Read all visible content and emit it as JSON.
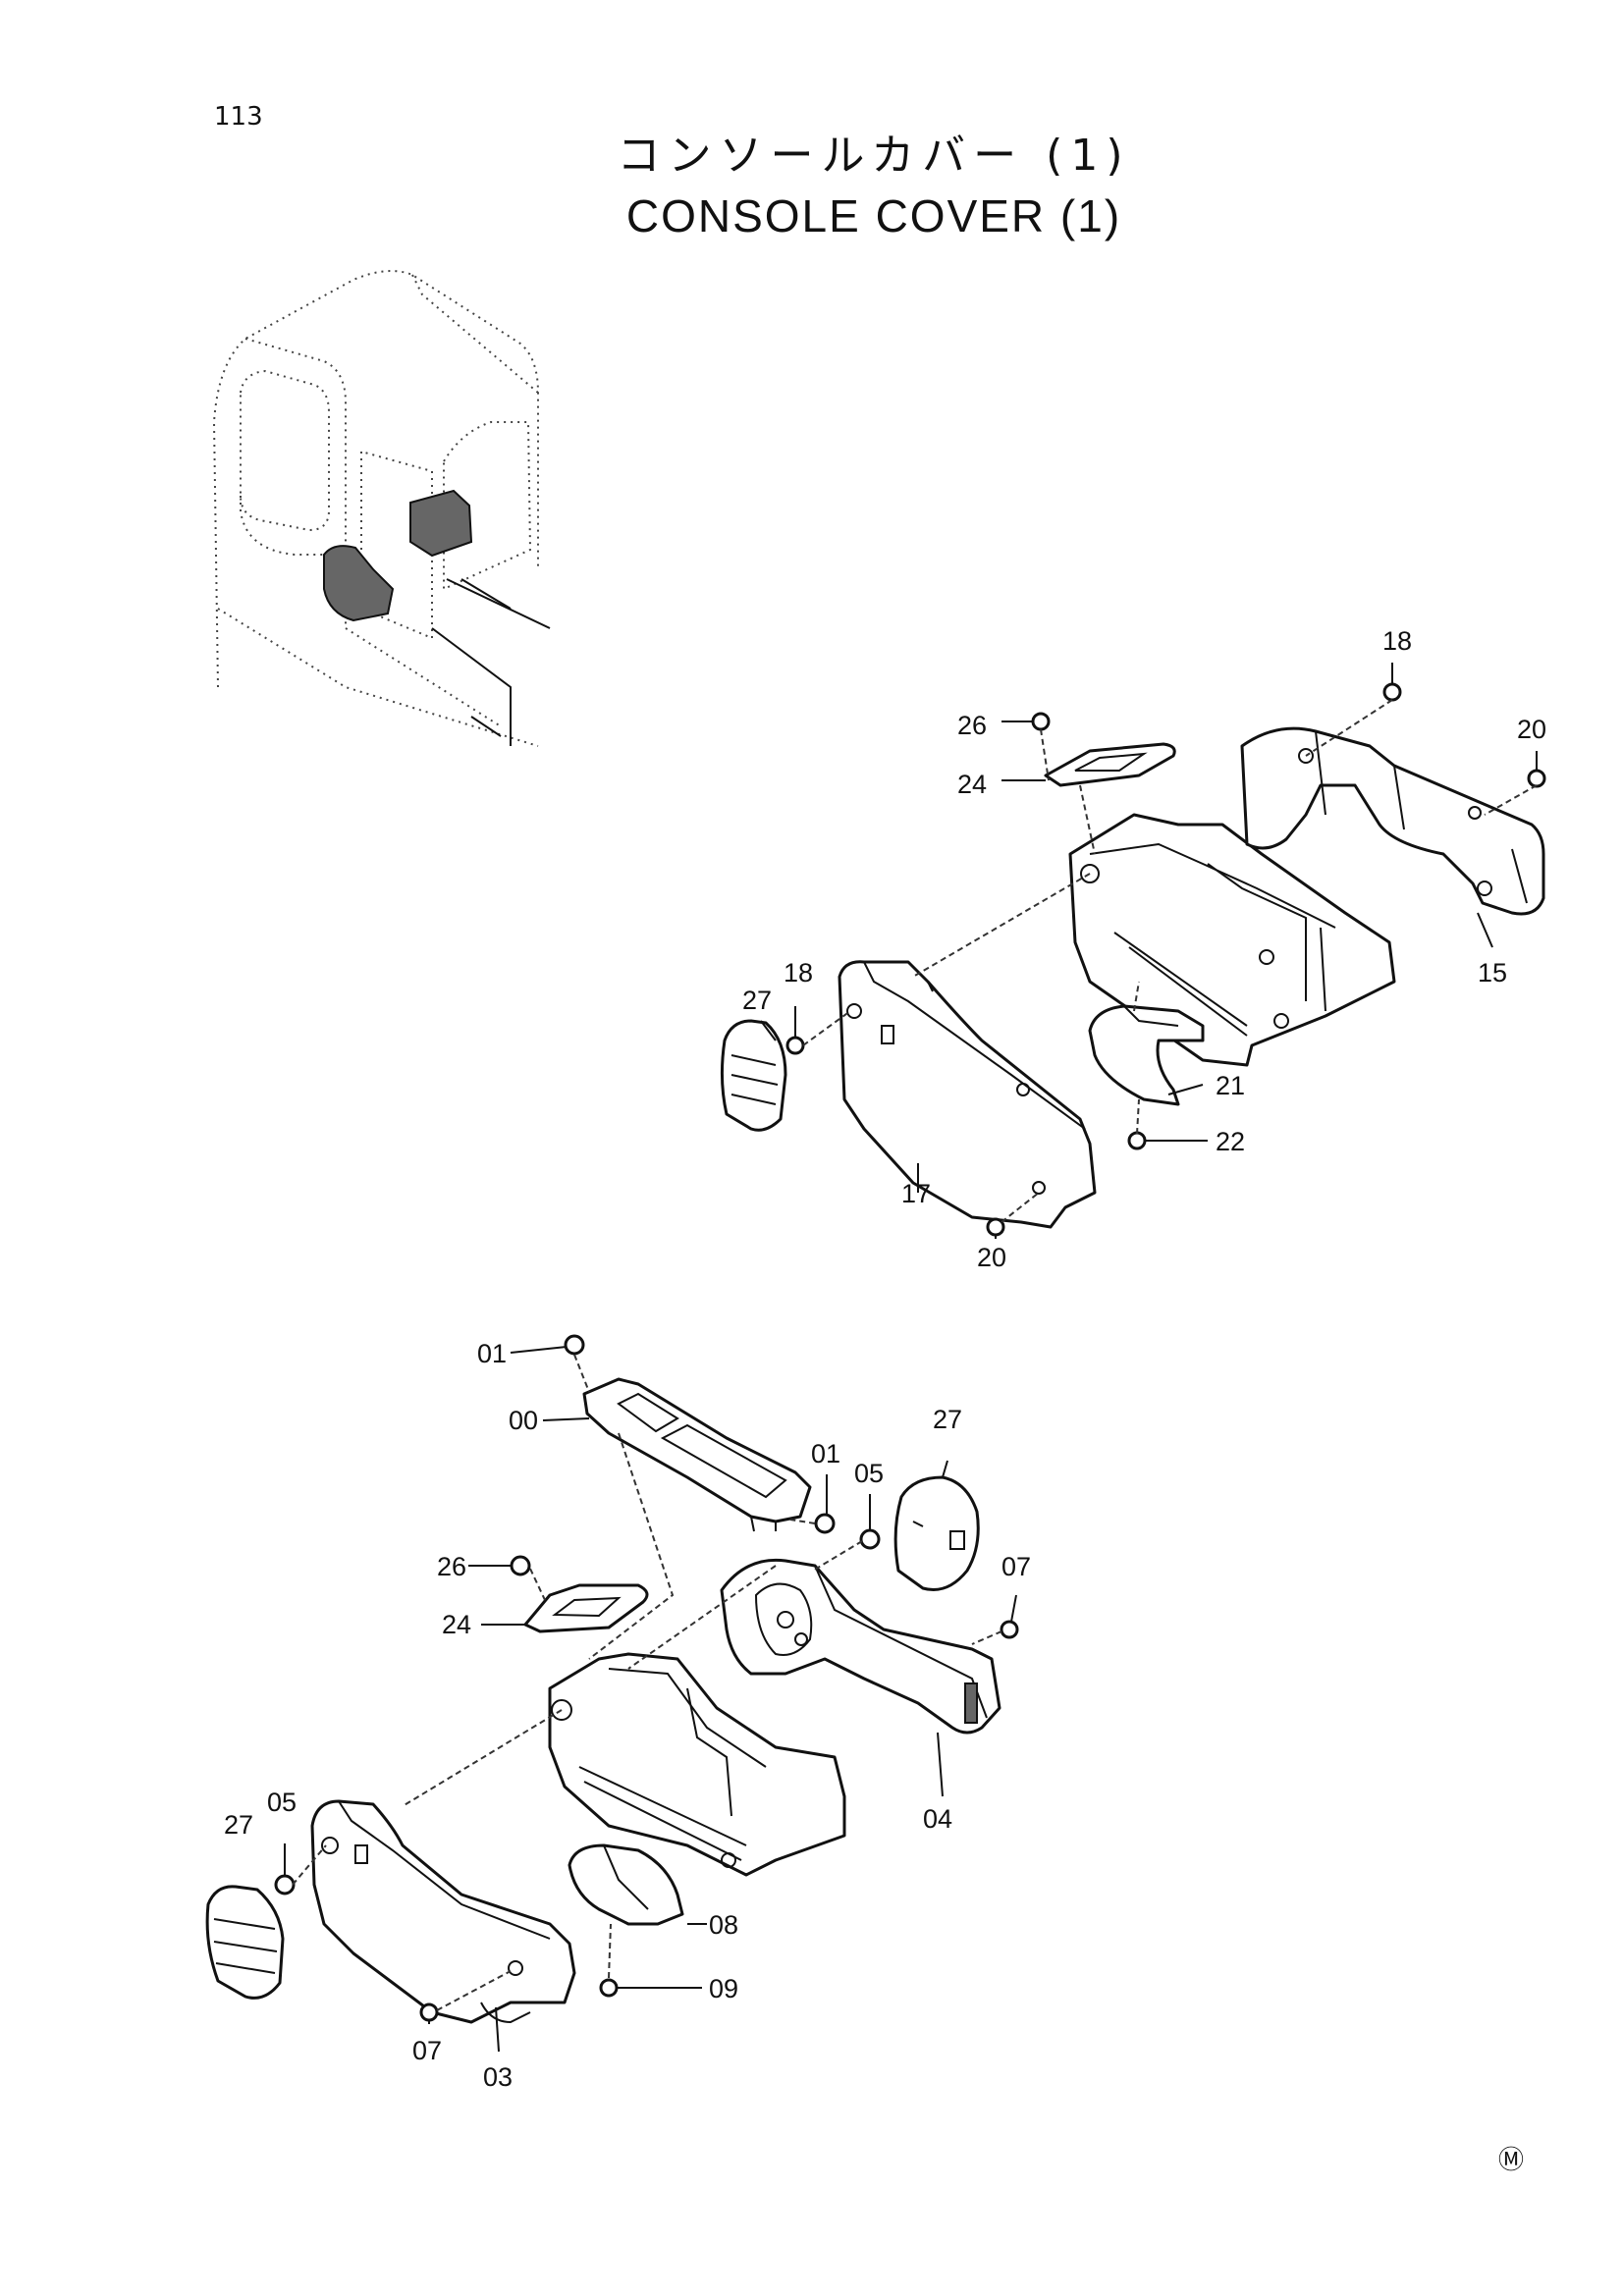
{
  "page_number": "113",
  "title_jp": "コンソールカバー (1)",
  "title_en": "CONSOLE COVER (1)",
  "corner_mark": "Ⓜ",
  "upper_labels": {
    "l18a": "18",
    "l20a": "20",
    "l26a": "26",
    "l24a": "24",
    "l15": "15",
    "l27a": "27",
    "l18b": "18",
    "l21": "21",
    "l22": "22",
    "l17": "17",
    "l20b": "20"
  },
  "lower_labels": {
    "l01a": "01",
    "l00": "00",
    "l01b": "01",
    "l05a": "05",
    "l27b": "27",
    "l07a": "07",
    "l26b": "26",
    "l24b": "24",
    "l04": "04",
    "l27c": "27",
    "l05b": "05",
    "l08": "08",
    "l09": "09",
    "l07b": "07",
    "l03": "03"
  }
}
